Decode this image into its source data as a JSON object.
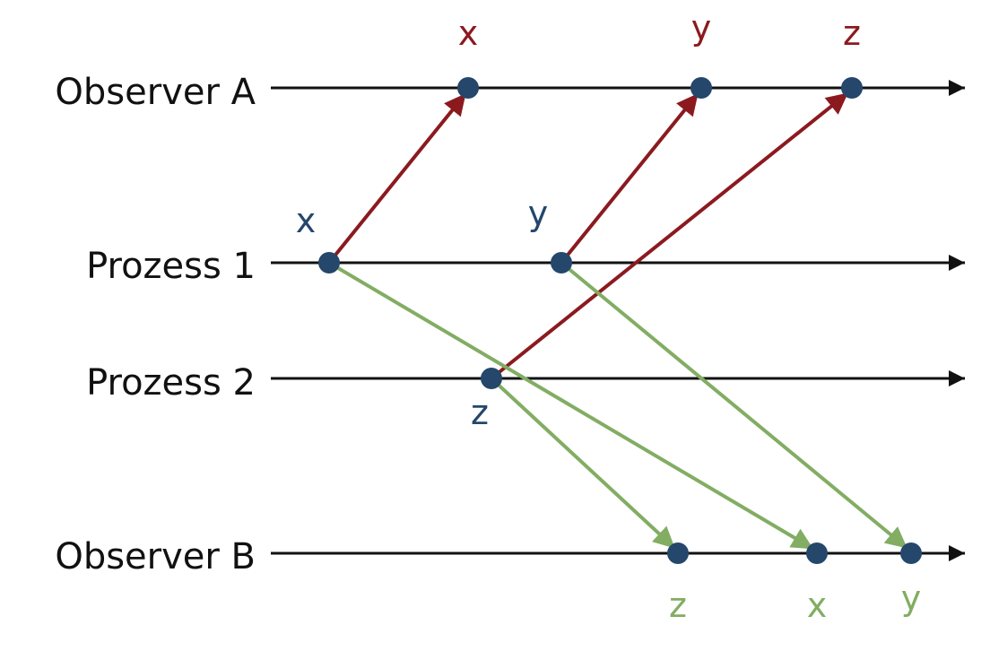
{
  "lanes": [
    {
      "id": "observer-a",
      "label": "Observer A"
    },
    {
      "id": "prozess-1",
      "label": "Prozess 1"
    },
    {
      "id": "prozess-2",
      "label": "Prozess 2"
    },
    {
      "id": "observer-b",
      "label": "Observer B"
    }
  ],
  "events": {
    "p1_x": {
      "label": "x"
    },
    "p1_y": {
      "label": "y"
    },
    "p2_z": {
      "label": "z"
    },
    "oa_x": {
      "label": "x"
    },
    "oa_y": {
      "label": "y"
    },
    "oa_z": {
      "label": "z"
    },
    "ob_z": {
      "label": "z"
    },
    "ob_x": {
      "label": "x"
    },
    "ob_y": {
      "label": "y"
    }
  },
  "colors": {
    "timeline": "#111111",
    "event_dot": "#24476b",
    "process_label": "#24476b",
    "to_observer_a": "#8b1a1f",
    "to_observer_b": "#82ad63"
  }
}
